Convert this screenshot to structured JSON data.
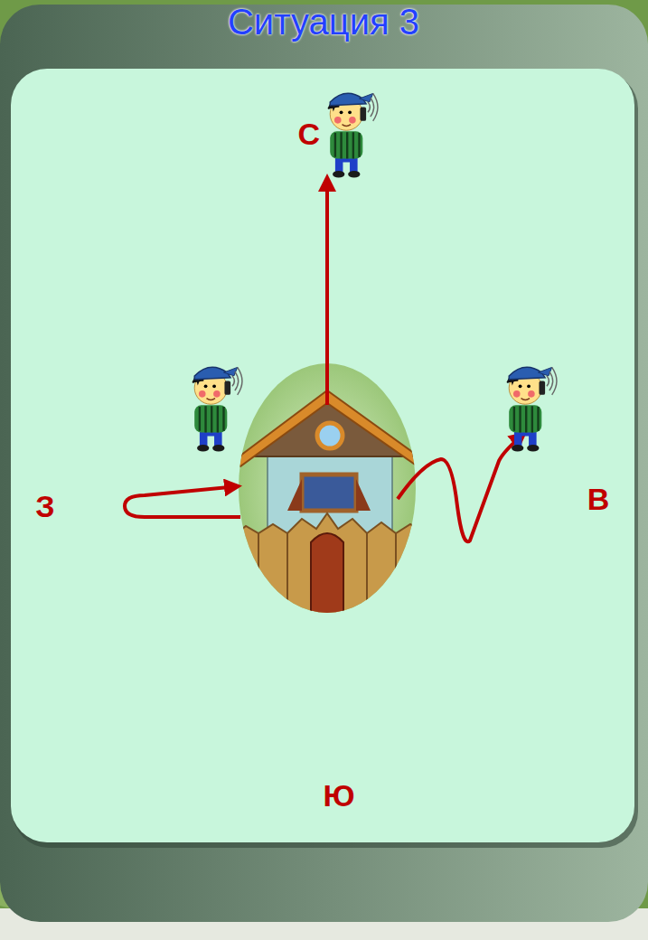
{
  "diagram": {
    "title": "Ситуация 3",
    "labels": [
      "С",
      "З",
      "В",
      "Ю"
    ]
  }
}
